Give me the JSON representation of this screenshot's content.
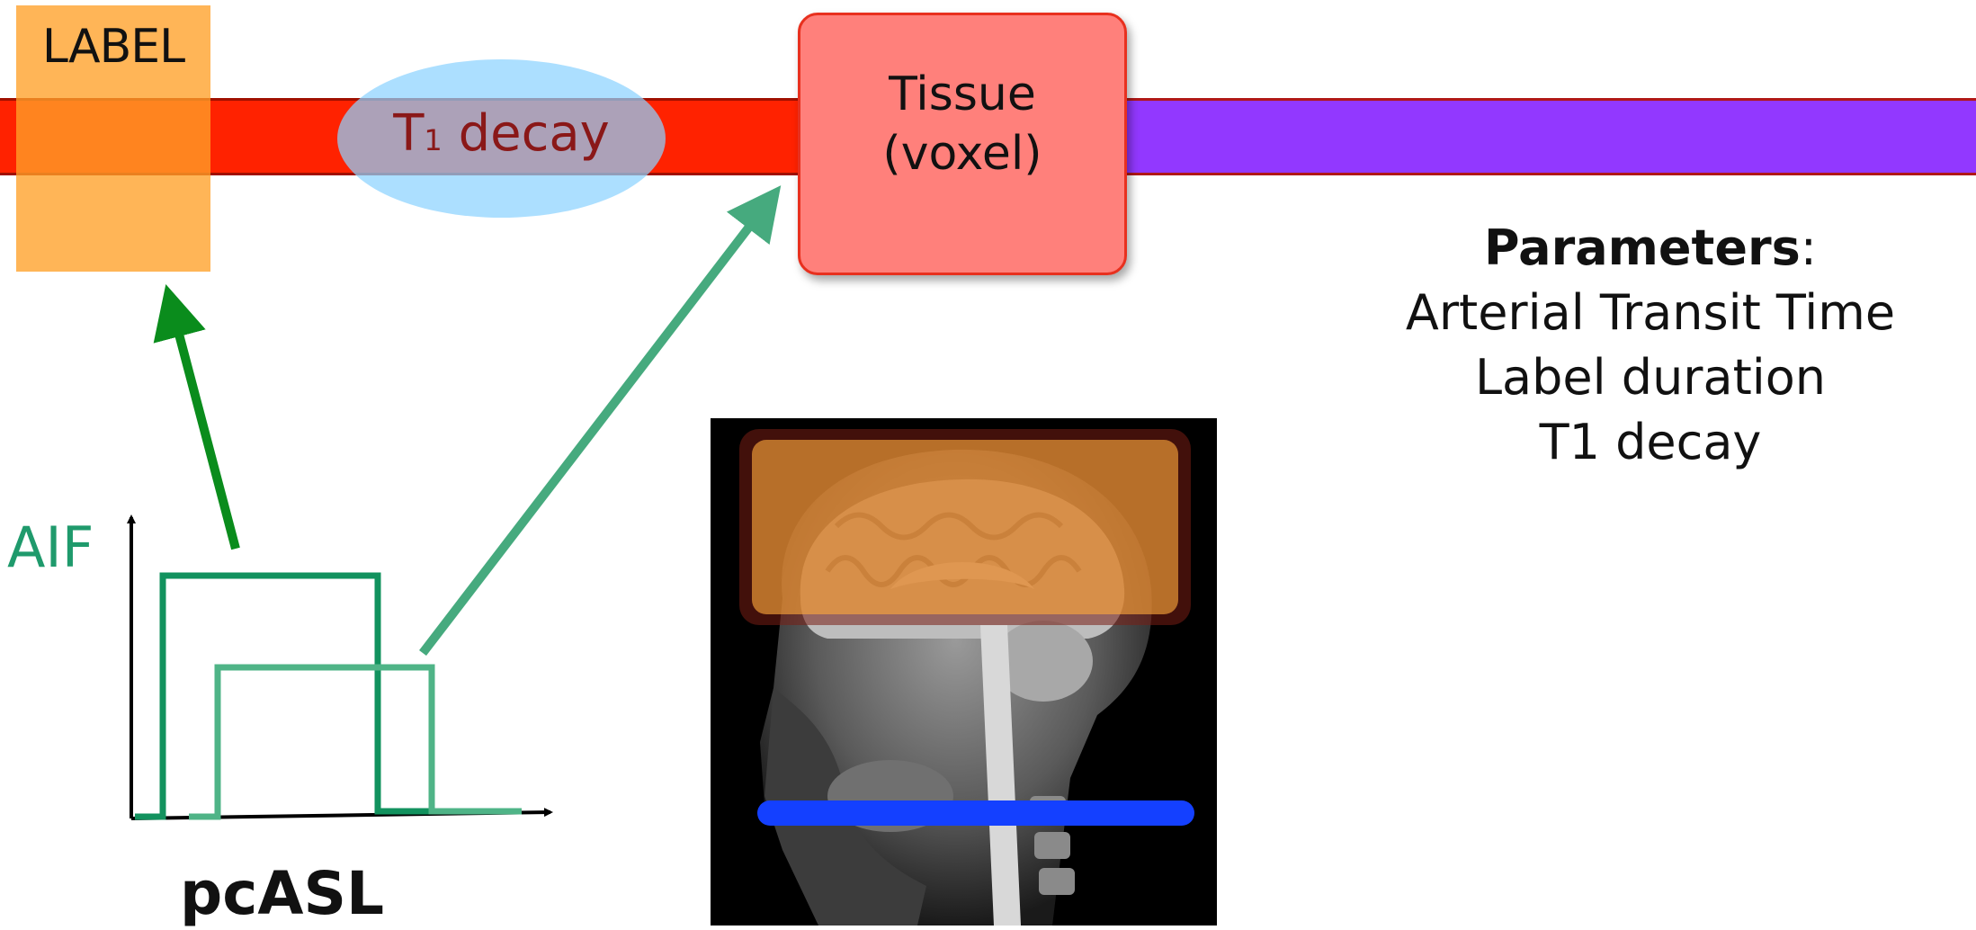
{
  "label_region": {
    "text": "LABEL"
  },
  "decay": {
    "text": "T",
    "subscript": "1",
    "suffix": " decay"
  },
  "tissue": {
    "line1": "Tissue",
    "line2": "(voxel)"
  },
  "parameters": {
    "title": "Parameters",
    "colon": ":",
    "items": [
      "Arterial Transit Time",
      "Label duration",
      "T1 decay"
    ]
  },
  "aif": {
    "label": "AIF"
  },
  "method": {
    "label": "pcASL"
  },
  "colors": {
    "artery": "#ff2200",
    "vein": "#9238ff",
    "label_region": "#ffa028",
    "tissue": "#ff807b",
    "arrow_dark": "#0a8c1c",
    "arrow_light": "#46aa7e",
    "labeling_plane": "#1440ff"
  }
}
